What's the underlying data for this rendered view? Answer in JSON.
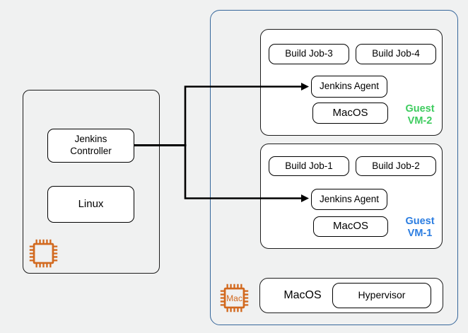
{
  "colors": {
    "canvas_background": "#F0F1F1",
    "outer_group_border": "#36679B",
    "guest_vm2_label_green": "#3ECC5F",
    "guest_vm1_label_blue": "#2B7DE1",
    "chip_icon_orange": "#D2691E",
    "connector_black": "#000000"
  },
  "host_machine": {
    "controller_label": "Jenkins\nController",
    "os_label": "Linux"
  },
  "guest_vm_2": {
    "job_labels": [
      "Build Job-3",
      "Build Job-4"
    ],
    "agent_label": "Jenkins Agent",
    "os_label": "MacOS",
    "vm_label": "Guest\nVM-2"
  },
  "guest_vm_1": {
    "job_labels": [
      "Build Job-1",
      "Build Job-2"
    ],
    "agent_label": "Jenkins Agent",
    "os_label": "MacOS",
    "vm_label": "Guest\nVM-1"
  },
  "hypervisor_layer": {
    "os_label": "MacOS",
    "hypervisor_label": "Hypervisor",
    "chip_label": "Mac"
  }
}
